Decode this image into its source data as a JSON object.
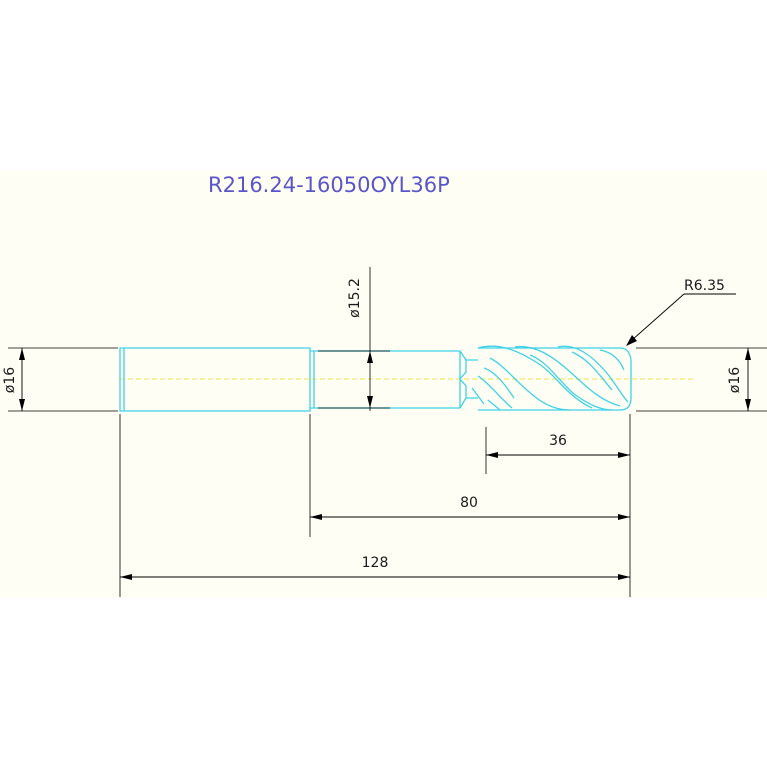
{
  "title": "R216.24-16050OYL36P",
  "dims": {
    "shank_dia_left": "ø16",
    "neck_dia": "ø15.2",
    "corner_radius": "R6.35",
    "cut_dia_right": "ø16",
    "flute_length": "36",
    "reach_length": "80",
    "total_length": "128"
  }
}
